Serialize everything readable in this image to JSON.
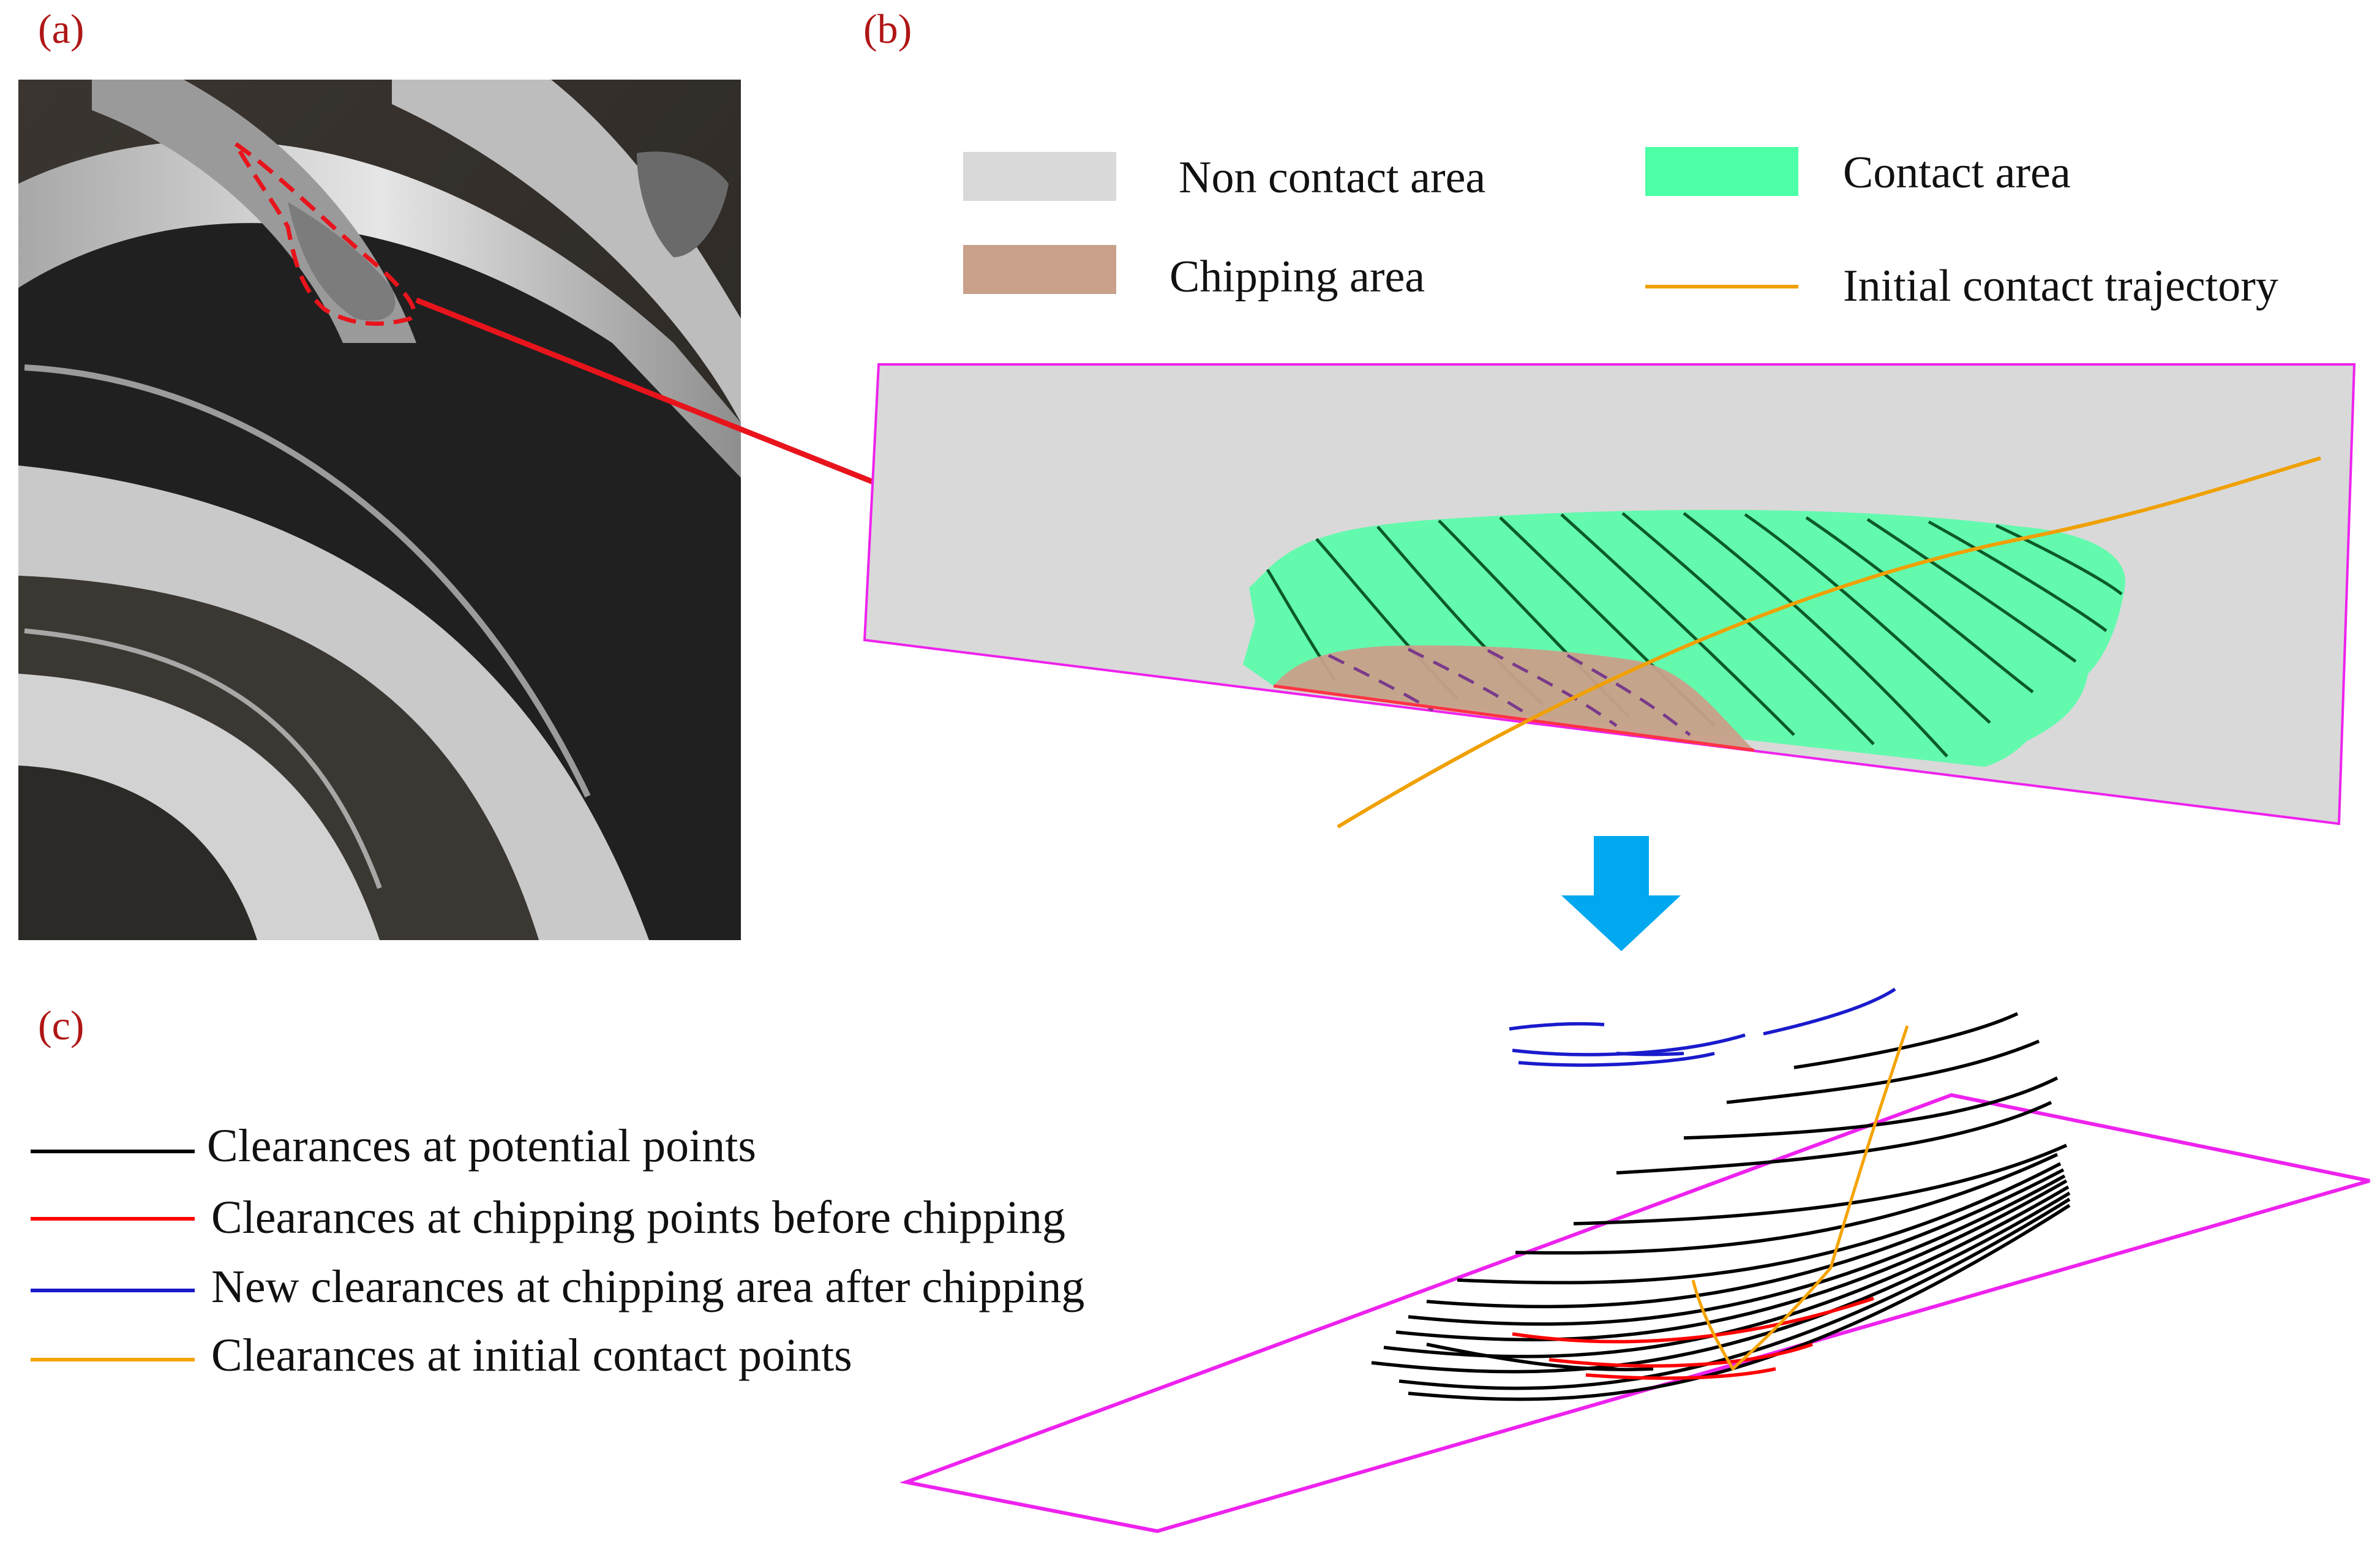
{
  "panels": {
    "a": {
      "label": "(a)"
    },
    "b": {
      "label": "(b)"
    },
    "c": {
      "label": "(c)"
    }
  },
  "colors": {
    "label_red": "#b01616",
    "non_contact": "#d9d9d9",
    "contact": "#4dffa6",
    "chipping": "#c9a08a",
    "trajectory": "#f0a000",
    "outline": "#ee22ee",
    "arrow_red": "#e8141c",
    "down_arrow": "#00a8f0",
    "potential": "#000000",
    "chipping_before": "#ff0000",
    "new_after": "#1a1acc",
    "initial_contact": "#f5a300"
  },
  "legend_b": [
    {
      "key": "non_contact",
      "label": "Non contact area",
      "kind": "rect",
      "color": "#d9d9d9"
    },
    {
      "key": "contact",
      "label": "Contact area",
      "kind": "rect",
      "color": "#4dffa6"
    },
    {
      "key": "chipping",
      "label": "Chipping area",
      "kind": "rect",
      "color": "#c9a08a"
    },
    {
      "key": "trajectory",
      "label": "Initial contact trajectory",
      "kind": "line",
      "color": "#f0a000"
    }
  ],
  "legend_c": [
    {
      "key": "potential",
      "label": "Clearances at potential points",
      "color": "#000000"
    },
    {
      "key": "chipping_before",
      "label": "Clearances at chipping points before chipping",
      "color": "#ff0000"
    },
    {
      "key": "new_after",
      "label": "New clearances at chipping area after chipping",
      "color": "#1a1acc"
    },
    {
      "key": "initial_contact",
      "label": "Clearances at initial contact points",
      "color": "#f5a300"
    }
  ]
}
